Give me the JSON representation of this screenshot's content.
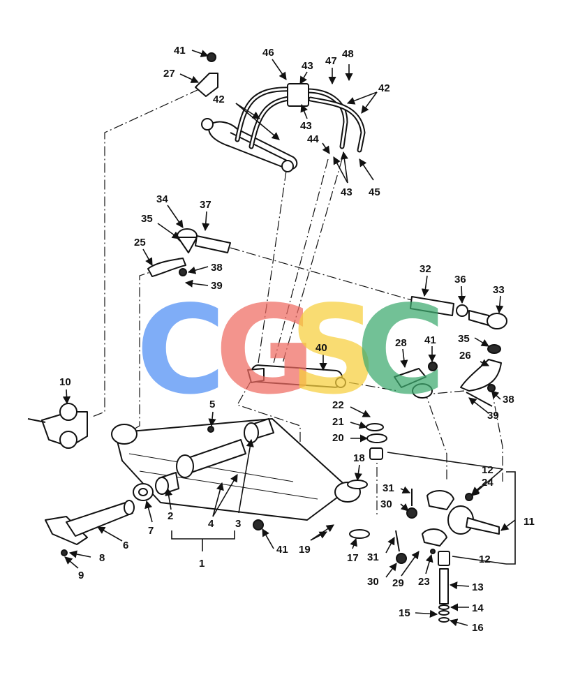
{
  "watermark": {
    "letters": [
      "C",
      "G",
      "S",
      "C"
    ],
    "colors": [
      "#4f8ef5",
      "#ef6b62",
      "#f7cf3d",
      "#3daa6e"
    ]
  },
  "callouts": {
    "c41_top": "41",
    "c27": "27",
    "c46": "46",
    "c43_a": "43",
    "c47": "47",
    "c48": "48",
    "c42_left": "42",
    "c42_right": "42",
    "c43_b": "43",
    "c44": "44",
    "c43_c": "43",
    "c45": "45",
    "c34": "34",
    "c37": "37",
    "c35_left": "35",
    "c25": "25",
    "c38_left": "38",
    "c39_left": "39",
    "c32": "32",
    "c36": "36",
    "c33": "33",
    "c35_right": "35",
    "c26": "26",
    "c28": "28",
    "c41_mid": "41",
    "c40": "40",
    "c38_right": "38",
    "c39_right": "39",
    "c10": "10",
    "c5": "5",
    "c22": "22",
    "c21": "21",
    "c20": "20",
    "c12_a": "12",
    "c18": "18",
    "c24": "24",
    "c31_a": "31",
    "c30_a": "30",
    "c11": "11",
    "c2": "2",
    "c4": "4",
    "c3": "3",
    "c7": "7",
    "c6": "6",
    "c41_bottom": "41",
    "c19": "19",
    "c17": "17",
    "c31_b": "31",
    "c30_b": "30",
    "c29": "29",
    "c23": "23",
    "c12_b": "12",
    "c13": "13",
    "c14": "14",
    "c15": "15",
    "c16": "16",
    "c8": "8",
    "c9": "9",
    "c1": "1"
  }
}
